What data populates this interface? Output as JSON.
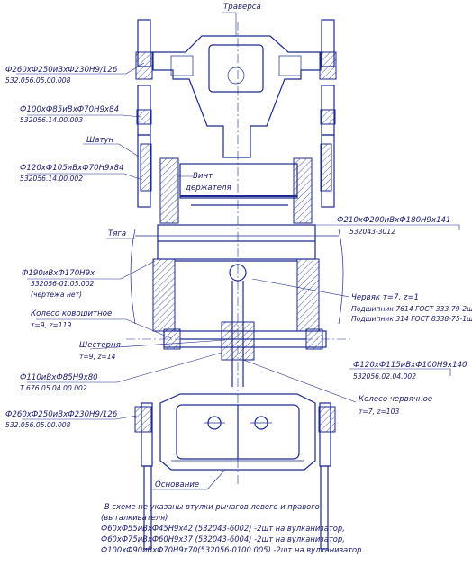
{
  "title_label": "Траверса",
  "labels": {
    "bush_top": "Ф260хФ250иВхФ230Н9/126",
    "bush_top_code": "532.056.05.00.008",
    "bush_2": "Ф100хФ85иВхФ70Н9х84",
    "bush_2_code": "532056.14.00.003",
    "shtup": "Шатун",
    "bush_3": "Ф120хФ105иВхФ70Н9х84",
    "bush_3_code": "532056.14.00.002",
    "vint": "Винт",
    "derzhatelya": "держателя",
    "bush_right": "Ф210хФ200иВхФ180Н9х141",
    "bush_right_code": "532043-3012",
    "tyaga": "Тяга",
    "bush_left_mid": "Ф190иВхФ170Н9х",
    "bush_left_mid_code": "532056-01.05.002",
    "bush_left_mid_note": "(чертежа нет)",
    "chervyak": "Червяк т=7, z=1",
    "podshipnik_1": "Подшипник 7614 ГОСТ 333-79-2шт",
    "podshipnik_2": "Подшипник 314 ГОСТ 8338-75-1шт",
    "koleso_kovosh": "Колесо ковошитное",
    "koleso_kovosh_params": "т=9, z=119",
    "shesternya": "Шестерня",
    "shesternya_params": "т=9, z=14",
    "bush_right_low": "Ф120хФ115иВхФ100Н9х140",
    "bush_right_low_code": "532056.02.04.002",
    "bush_left_low": "Ф110иВхФ85Н9х80",
    "bush_left_low_code": "Т 676.05.04.00.002",
    "koleso_cherv": "Колесо червячное",
    "koleso_cherv_params": "т=7, z=103",
    "bush_bottom": "Ф260хФ250иВхФ230Н9/126",
    "bush_bottom_code": "532.056.05.00.008",
    "osnovanie": "Основание"
  },
  "note": {
    "line1": "В схеме не указаны втулки рычагов левого и правого",
    "line2": "(выталкивателя)",
    "line3": "Ф60хФ55иВхФ45Н9х42 (532043-6002) -2шт на вулканизатор,",
    "line4": "Ф60хФ75иВхФ60Н9х37 (532043-6004) -2шт на вулканизатор,",
    "line5": "Ф100хФ90иВхФ70Н9х70(532056-0100.005) -2шт на вулканизатор."
  }
}
